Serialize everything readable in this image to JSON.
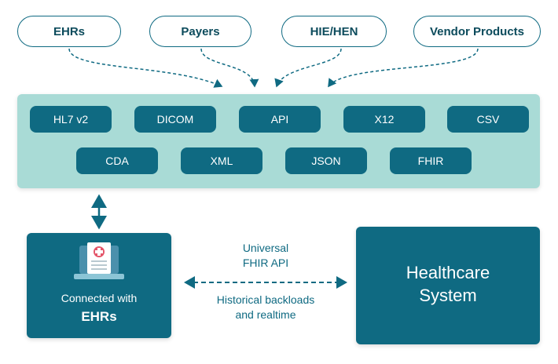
{
  "sources": [
    "EHRs",
    "Payers",
    "HIE/HEN",
    "Vendor Products"
  ],
  "formats_row1": [
    "HL7 v2",
    "DICOM",
    "API",
    "X12",
    "CSV"
  ],
  "formats_row2": [
    "CDA",
    "XML",
    "JSON",
    "FHIR"
  ],
  "left_box": {
    "line1": "Connected with",
    "line2": "EHRs"
  },
  "middle": {
    "top_line1": "Universal",
    "top_line2": "FHIR API",
    "bottom_line1": "Historical backloads",
    "bottom_line2": "and realtime"
  },
  "right_box": {
    "line1": "Healthcare",
    "line2": "System"
  },
  "colors": {
    "primary": "#0f6a82",
    "hub": "#a9dbd6",
    "dark_text": "#0c4b5c"
  }
}
